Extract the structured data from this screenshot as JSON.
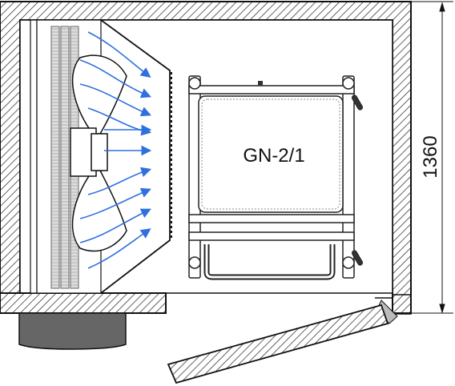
{
  "diagram": {
    "tray_label": "GN-2/1",
    "dimension_label": "1360",
    "colors": {
      "outline": "#111111",
      "hatch": "#222222",
      "airflow_arrow": "#2f6fde",
      "compressor_unit": "#666666",
      "tray_frame": "#222222",
      "background": "#ffffff"
    },
    "icons": {
      "evaporator": "coil-fins",
      "fan": "axial-fan-blades",
      "airflow": "blue-arrows",
      "cart": "tray-trolley",
      "door": "hinged-door-open"
    }
  }
}
